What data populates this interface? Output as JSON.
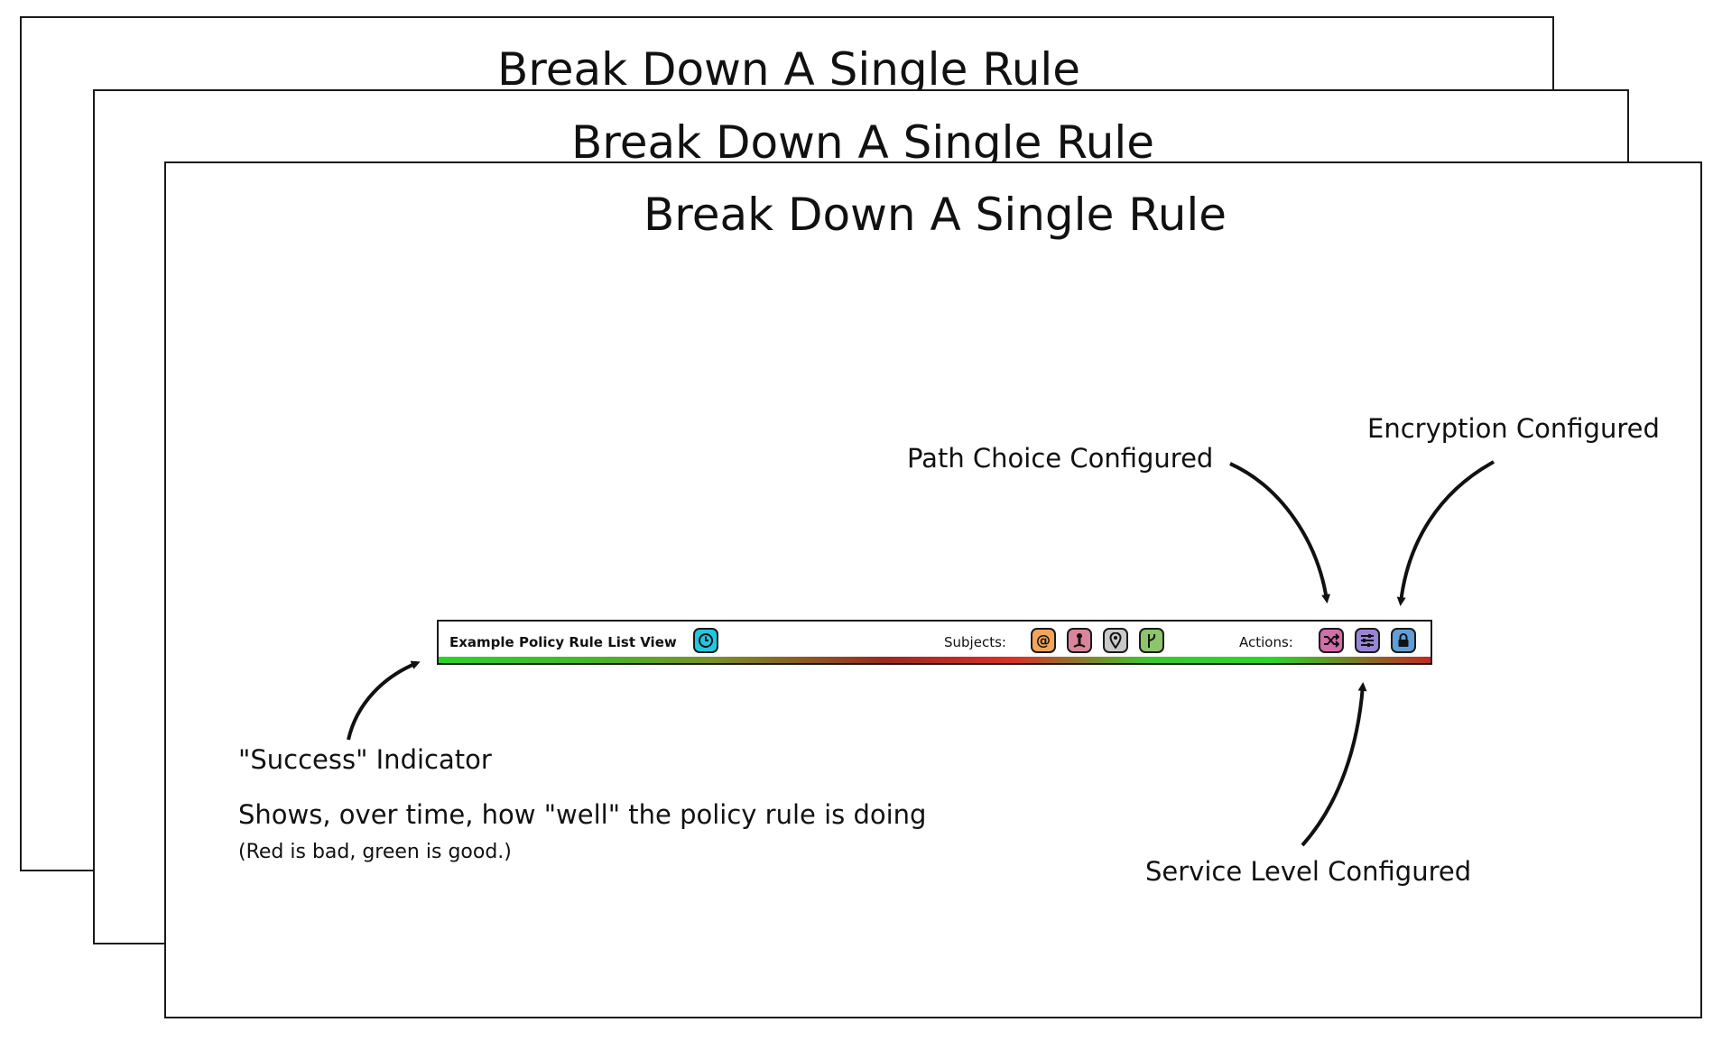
{
  "slides": [
    {
      "title": "Break Down A Single Rule"
    },
    {
      "title": "Break Down A Single Rule"
    },
    {
      "title": "Break Down A Single Rule"
    }
  ],
  "rule_bar": {
    "name": "Example Policy Rule List View",
    "subjects_label": "Subjects:",
    "actions_label": "Actions:",
    "icons": {
      "timer": {
        "icon": "clock-icon",
        "color": "#22c7e0"
      },
      "subjects": [
        {
          "icon": "at-sign-icon",
          "color": "#f2a55a"
        },
        {
          "icon": "user-icon",
          "color": "#d9869a"
        },
        {
          "icon": "location-pin-icon",
          "color": "#c9c9c9"
        },
        {
          "icon": "branch-icon",
          "color": "#8cc56a"
        }
      ],
      "actions": [
        {
          "icon": "shuffle-icon",
          "color": "#d36fa7"
        },
        {
          "icon": "sliders-icon",
          "color": "#9a84d6"
        },
        {
          "icon": "lock-icon",
          "color": "#5f9fd9"
        }
      ]
    }
  },
  "annotations": {
    "path_choice": "Path Choice Configured",
    "encryption": "Encryption Configured",
    "service_level": "Service Level Configured",
    "success_indicator": "\"Success\" Indicator",
    "success_desc": "Shows, over time, how \"well\" the policy rule is doing",
    "success_note": "(Red is bad, green is good.)"
  }
}
